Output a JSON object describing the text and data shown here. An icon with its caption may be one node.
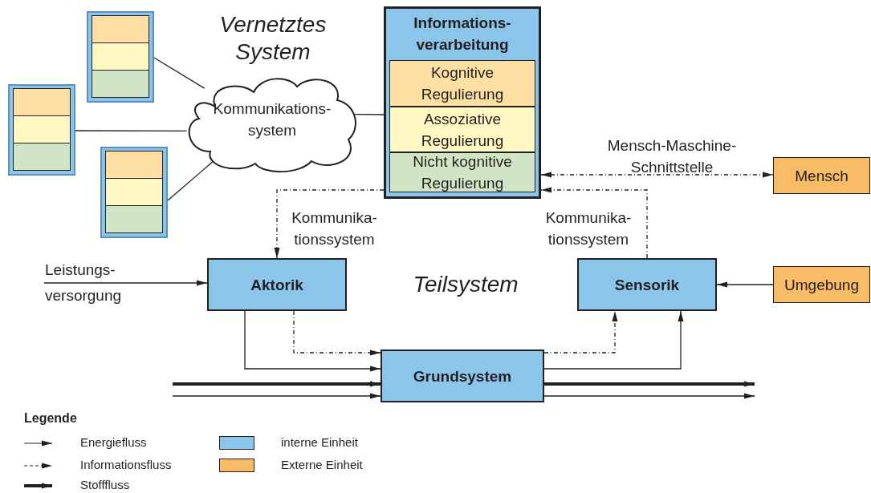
{
  "diagram": {
    "nodes": [
      {
        "text": [
          "Informations- verarbeitung"
        ]
      },
      {
        "text": [
          "Kognitive Regulierung"
        ],
        "in": 0
      },
      {
        "text": [
          "Assoziative Regulierung"
        ],
        "in": 0
      },
      {
        "text": [
          "Nicht kognitive Regulierung"
        ],
        "in": 0
      },
      {
        "text": [
          "Kommunikations- system"
        ]
      },
      {
        "text": [],
        "shape": "box"
      },
      {
        "text": [],
        "shape": "box"
      },
      {
        "text": [],
        "shape": "box"
      },
      {
        "text": [
          "Mensch"
        ]
      },
      {
        "text": [
          "Aktorik"
        ]
      },
      {
        "text": [
          "Sensorik"
        ]
      },
      {
        "text": [
          "Umgebung"
        ]
      },
      {
        "text": [
          "Grundsystem"
        ]
      }
    ],
    "edges": [
      {
        "from": 5,
        "to": 4,
        "arrow": "none"
      },
      {
        "from": 6,
        "to": 4,
        "arrow": "none"
      },
      {
        "from": 7,
        "to": 4,
        "arrow": "none"
      },
      {
        "from": 4,
        "to": 0,
        "arrow": "none"
      },
      {
        "from": 0,
        "to": 8,
        "arrow": "both",
        "style": "dashed",
        "label": "Mensch-Maschine- Schnittstelle"
      },
      {
        "from": 0,
        "to": 9,
        "arrow": "to",
        "style": "dashed",
        "label": "Kommunika- tionssystem"
      },
      {
        "from": 10,
        "to": 0,
        "arrow": "to",
        "style": "dashed",
        "label": "Kommunika- tionssystem"
      },
      {
        "from": null,
        "to": 9,
        "arrow": "to",
        "label": "Leistungs- versorgung"
      },
      {
        "from": 11,
        "to": 10,
        "arrow": "to"
      },
      {
        "from": 9,
        "to": 12,
        "arrow": "to"
      },
      {
        "from": 9,
        "to": 12,
        "arrow": "to",
        "style": "dashed"
      },
      {
        "from": 12,
        "to": 10,
        "arrow": "to",
        "style": "dashed"
      },
      {
        "from": 12,
        "to": 10,
        "arrow": "to"
      },
      {
        "from": null,
        "to": 12,
        "arrow": "to",
        "style": "thick"
      },
      {
        "from": null,
        "to": 12,
        "arrow": "to"
      },
      {
        "from": 12,
        "to": null,
        "arrow": "to",
        "style": "thick"
      },
      {
        "from": 12,
        "to": null,
        "arrow": "to"
      }
    ],
    "labels": [
      "Vernetztes System",
      "Teilsystem",
      "Legende"
    ],
    "legend": [
      {
        "text": "Energiefluss"
      },
      {
        "text": "interne Einheit",
        "color": "#8bc5ea"
      },
      {
        "text": "Informationsfluss"
      },
      {
        "text": "Externe Einheit",
        "color": "#f8bb66"
      },
      {
        "text": "Stofffluss"
      }
    ]
  }
}
